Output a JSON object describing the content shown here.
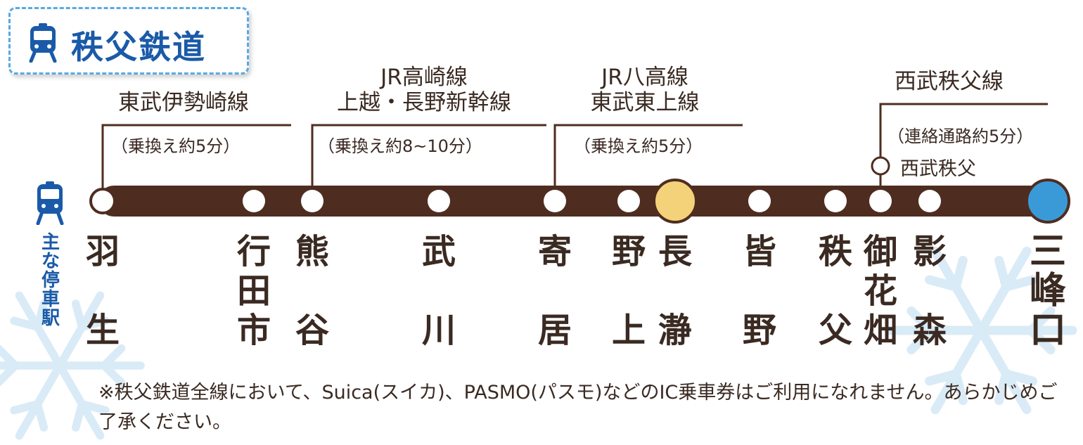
{
  "title": {
    "text": "秩父鉄道",
    "icon": "train-icon",
    "text_color": "#1a5aa8",
    "border_color": "#5aa9df"
  },
  "line_color": "#4e2d20",
  "legend": {
    "icon": "train-icon",
    "label": "主な停車駅"
  },
  "stations": [
    {
      "id": "hanyu",
      "name": "羽生",
      "type": "normal"
    },
    {
      "id": "gyoda-shi",
      "name": "行田市",
      "type": "normal"
    },
    {
      "id": "kumagaya",
      "name": "熊谷",
      "type": "normal"
    },
    {
      "id": "bukawa",
      "name": "武川",
      "type": "normal"
    },
    {
      "id": "yorii",
      "name": "寄居",
      "type": "normal"
    },
    {
      "id": "nogami",
      "name": "野上",
      "type": "normal"
    },
    {
      "id": "nagatoro",
      "name": "長瀞",
      "type": "highlight"
    },
    {
      "id": "minano",
      "name": "皆野",
      "type": "normal"
    },
    {
      "id": "chichibu",
      "name": "秩父",
      "type": "normal"
    },
    {
      "id": "ohanabatake",
      "name": "御花畑",
      "type": "normal"
    },
    {
      "id": "kagemori",
      "name": "影森",
      "type": "normal"
    },
    {
      "id": "mitsumineguchi",
      "name": "三峰口",
      "type": "terminal"
    }
  ],
  "highlight_color": "#f3d27a",
  "terminal_color": "#3a9ad8",
  "transfers": [
    {
      "station": "hanyu",
      "lines": [
        "東武伊勢崎線"
      ],
      "note": "（乗換え約5分）"
    },
    {
      "station": "kumagaya",
      "lines": [
        "JR高崎線",
        "上越・長野新幹線"
      ],
      "note": "（乗換え約8~10分）"
    },
    {
      "station": "yorii",
      "lines": [
        "JR八高線",
        "東武東上線"
      ],
      "note": "（乗換え約5分）"
    },
    {
      "station": "ohanabatake",
      "lines": [
        "西武秩父線"
      ],
      "note": "（連絡通路約5分）",
      "connect_station": "西武秩父"
    }
  ],
  "footnote": "※秩父鉄道全線において、Suica(スイカ)、PASMO(パスモ)などのIC乗車券はご利用になれません。あらかじめご了承ください。",
  "decoration": "snowflake-icon"
}
